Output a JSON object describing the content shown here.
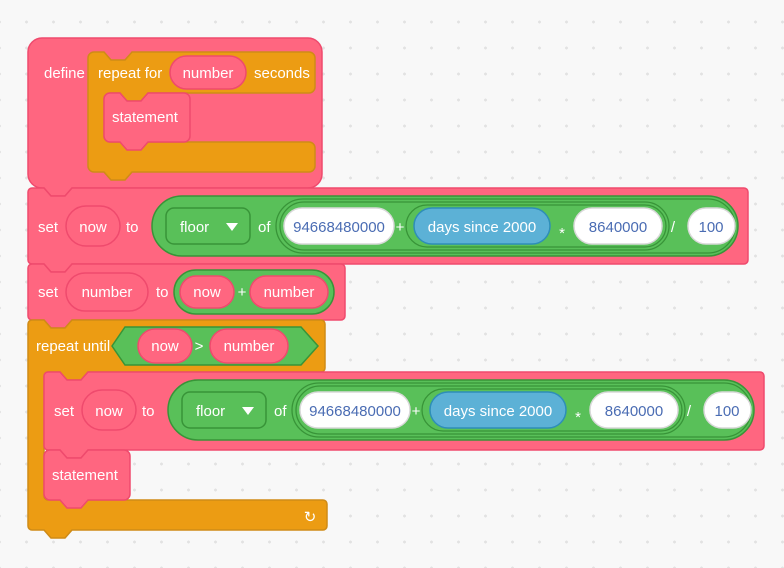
{
  "colors": {
    "pink": "#FF6680",
    "pink_border": "#EF4A6D",
    "orange": "#EC9C13",
    "orange_border": "#CF8B17",
    "green": "#59C059",
    "green_border": "#389438",
    "blue": "#5CB1D6",
    "blue_border": "#2E8EB8",
    "input_fill": "#FFFFFF",
    "input_border": "#D9D9D9",
    "input_text": "#4A6CB3",
    "workspace_bg": "#F8F8F8"
  },
  "labels": {
    "define": "define",
    "repeat_for": "repeat for",
    "seconds": "seconds",
    "statement": "statement",
    "set": "set",
    "to": "to",
    "of": "of",
    "floor": "floor",
    "repeat_until": "repeat until",
    "plus": "+",
    "times": "*",
    "divide": "/",
    "greater": ">",
    "loop_arrow": "↻"
  },
  "variables": {
    "now": "now",
    "number": "number"
  },
  "inputs": {
    "big_number": "94668480000",
    "multiplier": "8640000",
    "divisor": "100"
  },
  "sensing": {
    "days_since_2000": "days since 2000"
  }
}
